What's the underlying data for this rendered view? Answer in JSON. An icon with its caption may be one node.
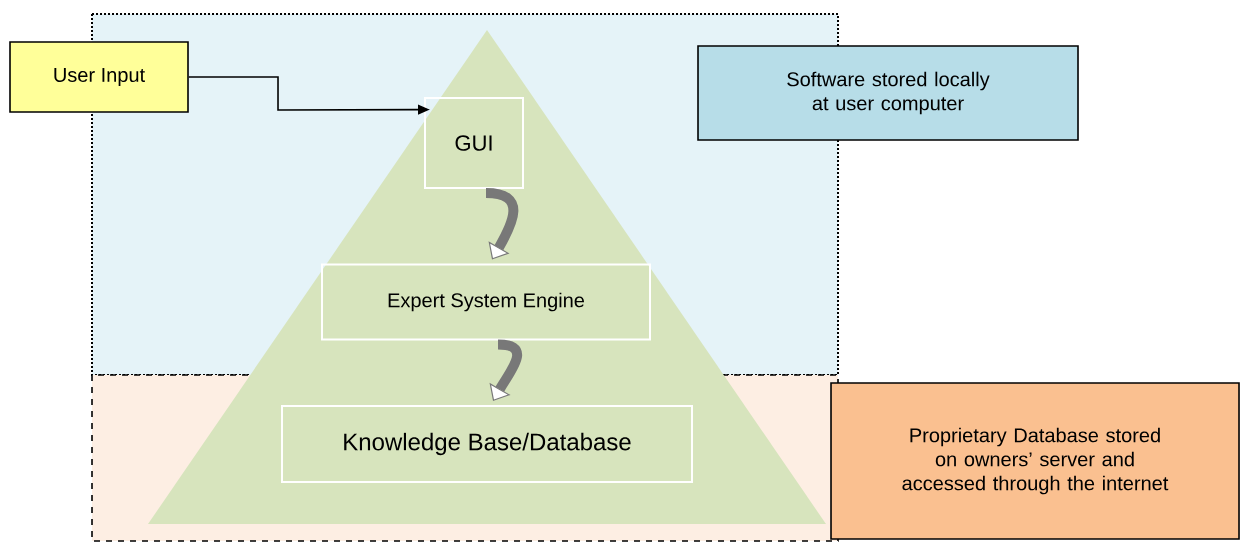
{
  "diagram": {
    "nodes": [
      {
        "text": [],
        "shape": "triangle"
      },
      {
        "text": [
          "User Input"
        ]
      },
      {
        "text": [
          "GUI"
        ],
        "in": 0
      },
      {
        "text": [
          "Expert System Engine"
        ],
        "in": 0
      },
      {
        "text": [
          "Knowledge Base/Database"
        ],
        "in": 0
      },
      {
        "text": [
          "Software stored locally at user computer"
        ]
      },
      {
        "text": [
          "Proprietary Database stored on owners’ server and accessed through the internet"
        ]
      }
    ],
    "edges": [
      {
        "from": 1,
        "to": 0,
        "arrow": "to",
        "color": "#000000"
      },
      {
        "from": 2,
        "to": 3,
        "arrow": "to"
      },
      {
        "from": 3,
        "to": 4,
        "arrow": "to"
      }
    ]
  }
}
